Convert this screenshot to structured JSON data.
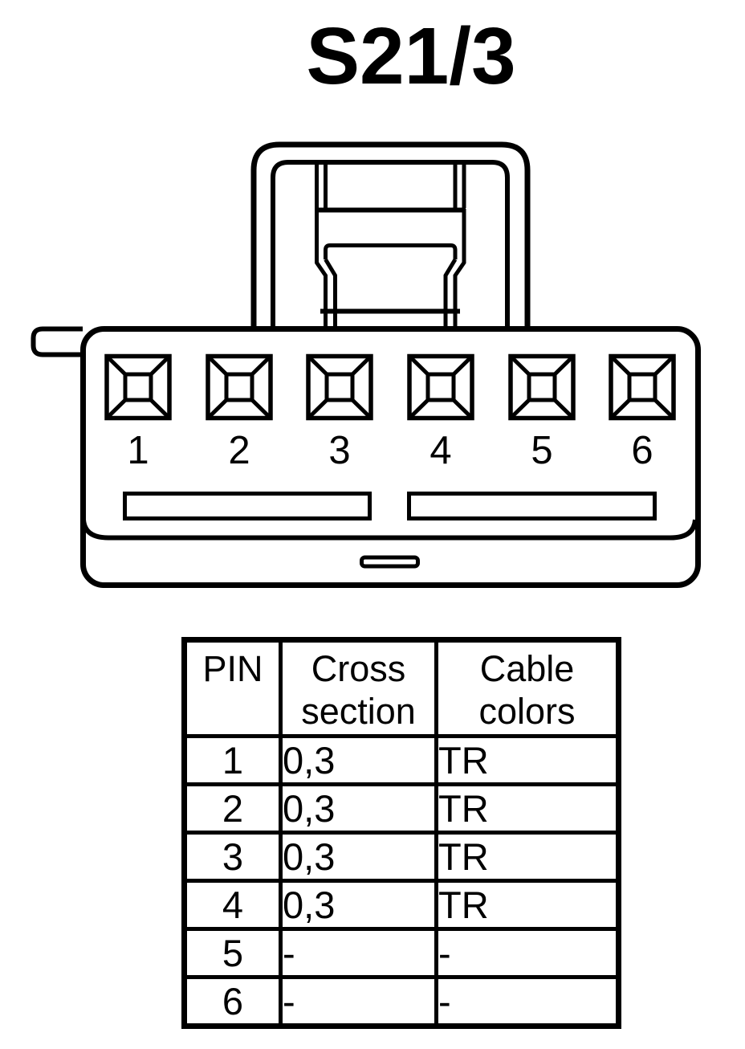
{
  "title": "S21/3",
  "colors": {
    "line": "#000000",
    "background": "#ffffff"
  },
  "connector": {
    "description": "6-pin connector front view with latch",
    "pins": [
      {
        "number": "1"
      },
      {
        "number": "2"
      },
      {
        "number": "3"
      },
      {
        "number": "4"
      },
      {
        "number": "5"
      },
      {
        "number": "6"
      }
    ]
  },
  "table": {
    "headers": [
      {
        "line1": "PIN",
        "line2": ""
      },
      {
        "line1": "Cross",
        "line2": "section"
      },
      {
        "line1": "Cable",
        "line2": "colors"
      }
    ],
    "rows": [
      {
        "pin": "1",
        "cross_section": "0,3",
        "cable_color": "TR"
      },
      {
        "pin": "2",
        "cross_section": "0,3",
        "cable_color": "TR"
      },
      {
        "pin": "3",
        "cross_section": "0,3",
        "cable_color": "TR"
      },
      {
        "pin": "4",
        "cross_section": "0,3",
        "cable_color": "TR"
      },
      {
        "pin": "5",
        "cross_section": "-",
        "cable_color": "-"
      },
      {
        "pin": "6",
        "cross_section": "-",
        "cable_color": "-"
      }
    ]
  }
}
